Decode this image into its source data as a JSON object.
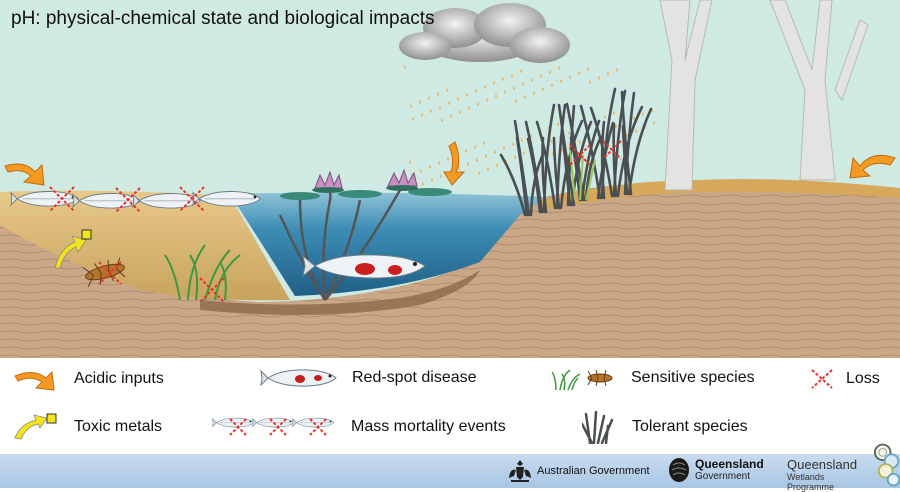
{
  "title": "pH: physical-chemical state and biological impacts",
  "legend": {
    "acidic_inputs": "Acidic inputs",
    "toxic_metals": "Toxic metals",
    "red_spot": "Red-spot disease",
    "mass_mortality": "Mass mortality events",
    "sensitive": "Sensitive species",
    "tolerant": "Tolerant species",
    "loss": "Loss"
  },
  "footer": {
    "aus_gov": "Australian Government",
    "qld_gov_name": "Queensland",
    "qld_gov_sub": "Government",
    "qwp_name": "Queensland",
    "qwp_sub": "Wetlands Programme"
  },
  "colors": {
    "sky": "#cfe9e3",
    "water_deep": "#2f7fa8",
    "water_light": "#8fc3d6",
    "sediment": "#c9b08a",
    "sand": "#d9a85c",
    "acid_arrow": "#f39a24",
    "metal_arrow": "#f2e31a",
    "loss_cross": "#e8322b"
  },
  "icons": [
    "acidic-input-arrow-icon",
    "toxic-metal-arrow-icon",
    "fish-icon",
    "loss-cross-icon",
    "sedge-icon",
    "cloud-icon",
    "lily-icon"
  ]
}
